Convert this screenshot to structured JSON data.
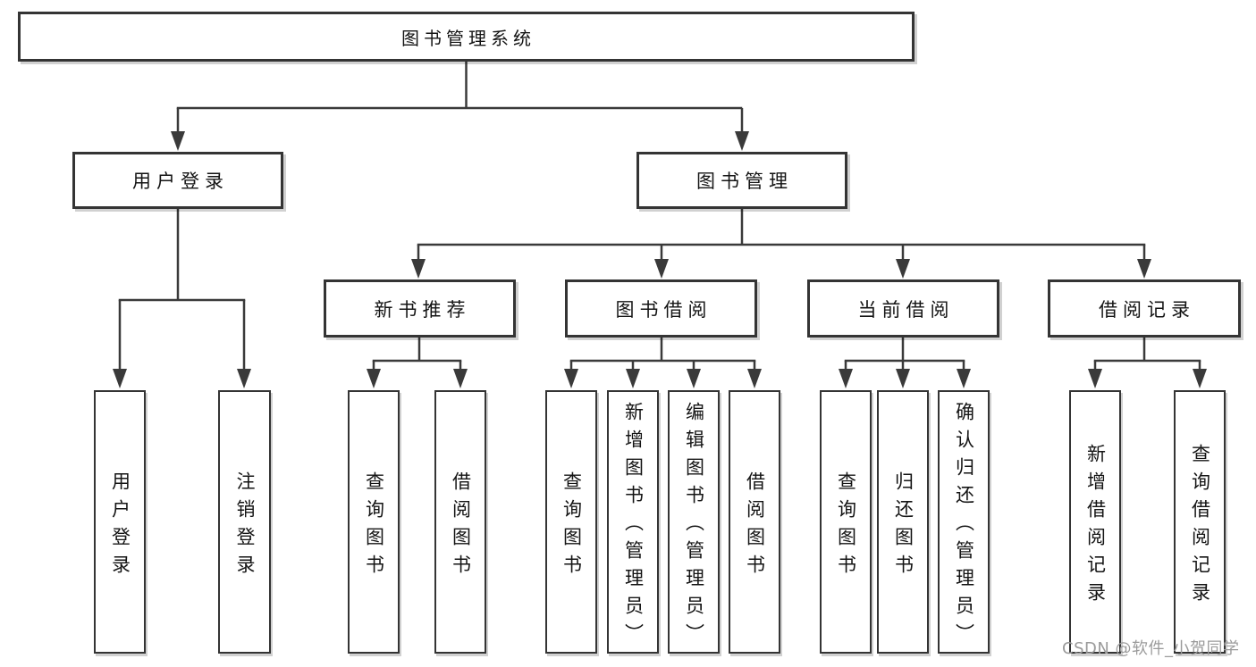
{
  "diagram": {
    "title": "图书管理系统",
    "level2": [
      {
        "label": "用户登录"
      },
      {
        "label": "图书管理"
      }
    ],
    "level3": [
      {
        "label": "新书推荐",
        "parent": "图书管理"
      },
      {
        "label": "图书借阅",
        "parent": "图书管理"
      },
      {
        "label": "当前借阅",
        "parent": "图书管理"
      },
      {
        "label": "借阅记录",
        "parent": "图书管理"
      }
    ],
    "leaves": [
      {
        "label": "用户登录",
        "parent": "用户登录"
      },
      {
        "label": "注销登录",
        "parent": "用户登录"
      },
      {
        "label": "查询图书",
        "parent": "新书推荐"
      },
      {
        "label": "借阅图书",
        "parent": "新书推荐"
      },
      {
        "label": "查询图书",
        "parent": "图书借阅"
      },
      {
        "label": "新增图书（管理员）",
        "parent": "图书借阅"
      },
      {
        "label": "编辑图书（管理员）",
        "parent": "图书借阅"
      },
      {
        "label": "借阅图书",
        "parent": "图书借阅"
      },
      {
        "label": "查询图书",
        "parent": "当前借阅"
      },
      {
        "label": "归还图书",
        "parent": "当前借阅"
      },
      {
        "label": "确认归还（管理员）",
        "parent": "当前借阅"
      },
      {
        "label": "新增借阅记录",
        "parent": "借阅记录"
      },
      {
        "label": "查询借阅记录",
        "parent": "借阅记录"
      }
    ]
  },
  "watermark": {
    "text": "CSDN @软件_小贺同学"
  },
  "colors": {
    "line": "#3a3a3a",
    "box_border": "#343434",
    "text": "#141414",
    "watermark": "#9b9b9b",
    "background": "#ffffff"
  }
}
